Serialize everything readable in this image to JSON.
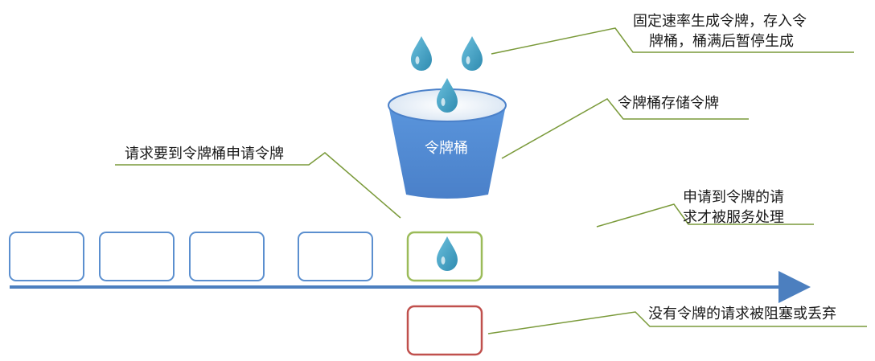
{
  "annotations": {
    "generate": {
      "line1": "固定速率生成令牌，存入令",
      "line2": "牌桶，桶满后暂停生成"
    },
    "store": "令牌桶存储令牌",
    "apply": "请求要到令牌桶申请令牌",
    "processed": {
      "line1": "申请到令牌的请",
      "line2": "求才被服务处理"
    },
    "blocked": "没有令牌的请求被阻塞或丢弃"
  },
  "bucket": {
    "label": "令牌桶"
  },
  "colors": {
    "bucket": "#4e88d4",
    "token": "#4a9fc0",
    "request_border": "#5b8fcf",
    "granted_border": "#9bbb59",
    "blocked_border": "#c0504d",
    "arrow": "#4c7fbf",
    "leader": "#7a9a3a"
  },
  "icons": [
    "water-drop-token-icon"
  ]
}
